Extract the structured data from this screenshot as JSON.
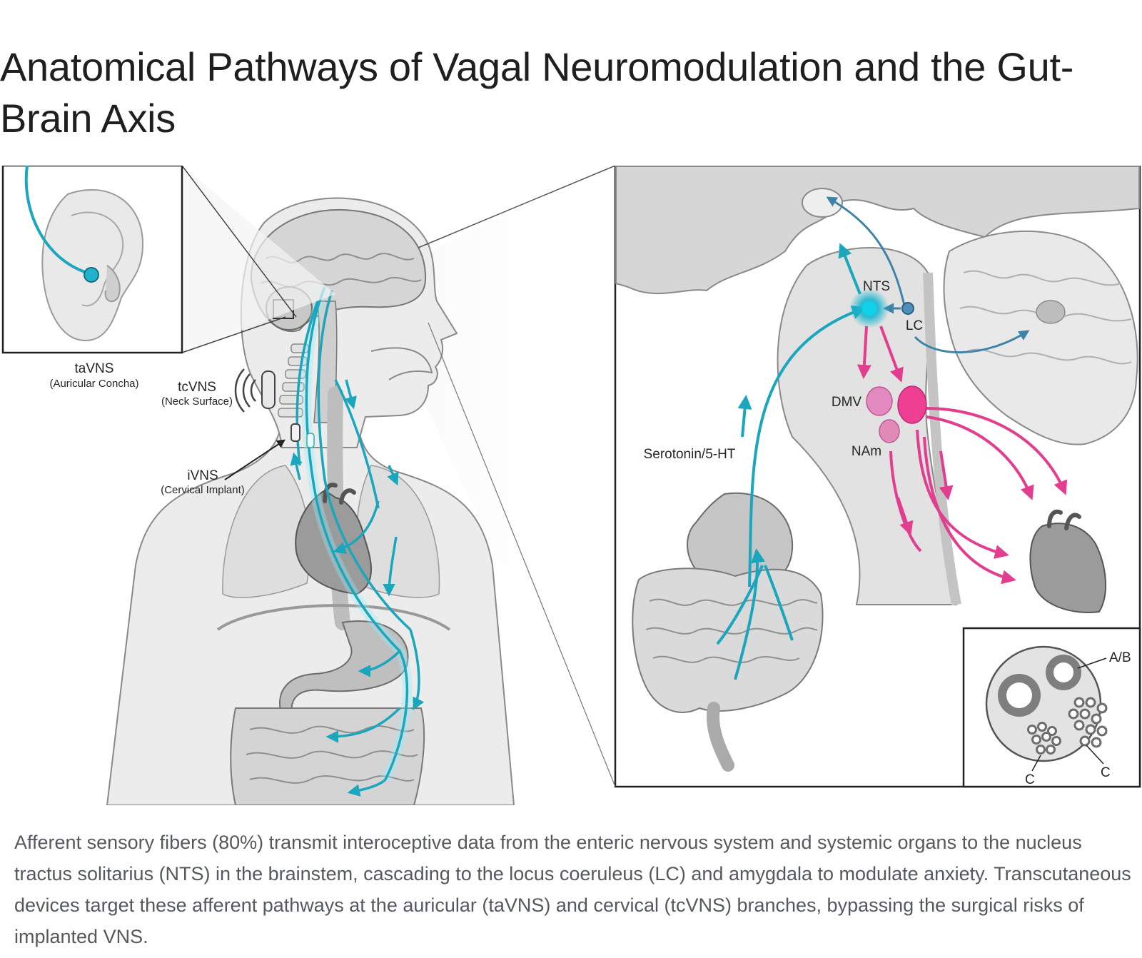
{
  "title": "Anatomical Pathways of Vagal Neuromodulation and the Gut-Brain Axis",
  "labels": {
    "tavns": "taVNS",
    "tavns_sub": "(Auricular Concha)",
    "tcvns": "tcVNS",
    "tcvns_sub": "(Neck Surface)",
    "ivns": "iVNS",
    "ivns_sub": "(Cervical Implant)",
    "nts": "NTS",
    "lc": "LC",
    "dmv": "DMV",
    "nam": "NAm",
    "serotonin": "Serotonin/5-HT",
    "ab": "A/B",
    "c1": "C",
    "c2": "C"
  },
  "colors": {
    "afferent": "#1aa6bd",
    "efferent": "#e23d8e",
    "tissue": "#d8d8d8",
    "outline": "#6b6b6b"
  },
  "caption": "Afferent sensory fibers (80%) transmit interoceptive data from the enteric nervous system and systemic organs to the nucleus tractus solitarius (NTS) in the brainstem, cascading to the locus coeruleus (LC) and amygdala to modulate anxiety. Transcutaneous devices target these afferent pathways at the auricular (taVNS) and cervical (tcVNS) branches, bypassing the surgical risks of implanted VNS."
}
